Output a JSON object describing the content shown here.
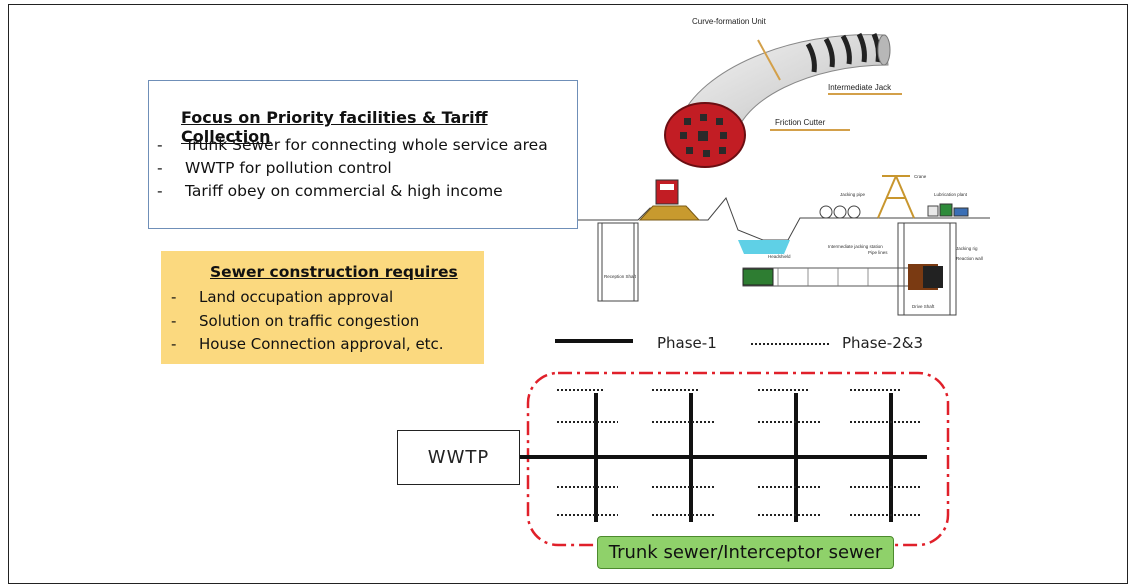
{
  "focus": {
    "title": "Focus on Priority facilities & Tariff Collection",
    "items": [
      "Trunk Sewer for connecting whole service area",
      "WWTP for pollution control",
      "Tariff obey on commercial & high income"
    ]
  },
  "requirements": {
    "title": "Sewer construction requires",
    "items": [
      "Land occupation approval",
      "Solution on traffic congestion",
      "House Connection approval, etc."
    ]
  },
  "legend": {
    "solid_label": "Phase-1",
    "dotted_label": "Phase-2&3"
  },
  "tbm": {
    "curve_unit": "Curve-formation Unit",
    "intermediate_jack": "Intermediate Jack",
    "friction_cutter": "Friction Cutter"
  },
  "jacking_section": {
    "crane": "Crane",
    "jacking_pipe": "Jacking pipe",
    "lubrication_plant": "Lubrication plant",
    "jacking_rig": "Jacking rig",
    "reaction_wall": "Reaction wall",
    "headshield": "Headshield",
    "intermediate_jacking_station": "Intermediate jacking station",
    "pipe_lines": "Pipe lines",
    "reception_shaft": "Reception Shaft",
    "drive_shaft": "Drive Shaft"
  },
  "network": {
    "wwtp_label": "WWTP",
    "trunk_label": "Trunk sewer/Interceptor sewer"
  },
  "colors": {
    "focus_border": "#6f8fb8",
    "requirements_bg": "#fbd97f",
    "trunk_label_bg": "#8fd16a",
    "boundary_red": "#e0202a",
    "tbm_red": "#c21d24",
    "water": "#5fd0e6"
  }
}
